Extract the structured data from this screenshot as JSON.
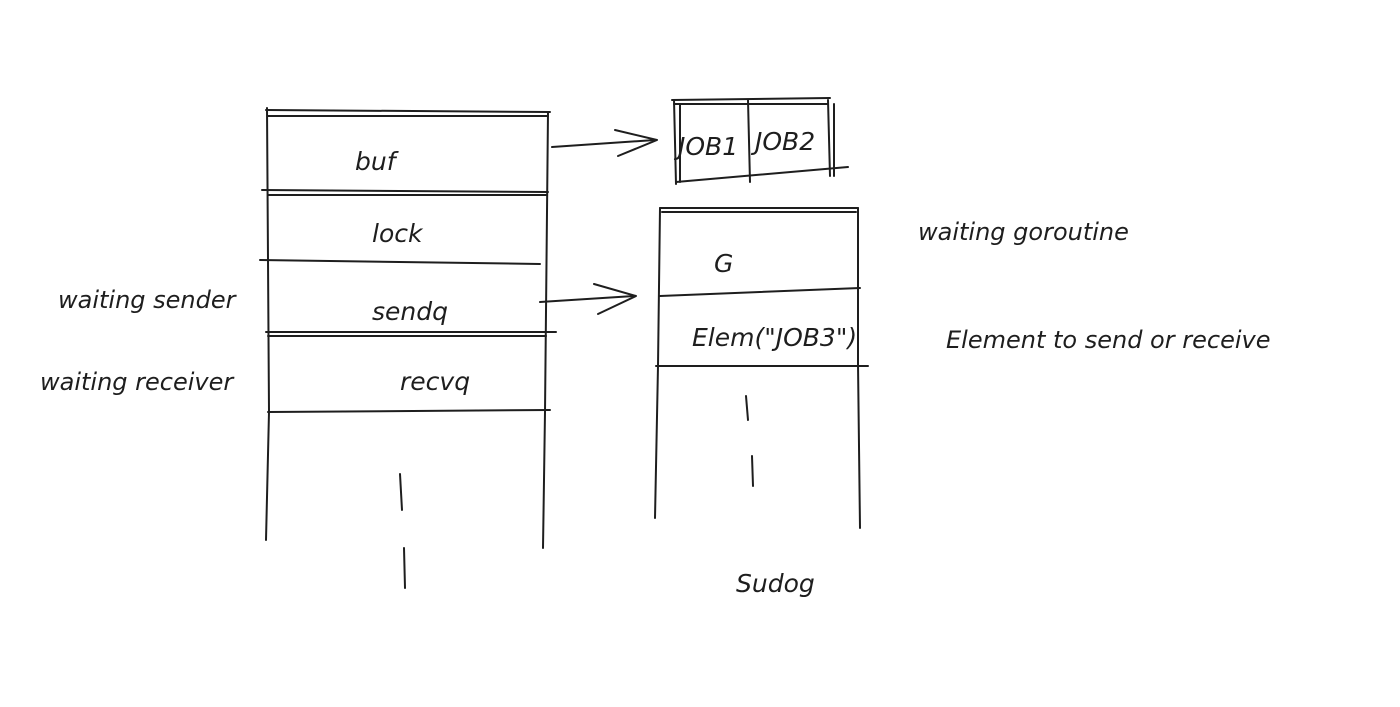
{
  "hchan": {
    "fields": [
      "buf",
      "lock",
      "sendq",
      "recvq"
    ]
  },
  "buffer": {
    "items": [
      "JOB1",
      "JOB2"
    ]
  },
  "sudog": {
    "title": "Sudog",
    "fields": [
      "G",
      "Elem(\"JOB3\")"
    ]
  },
  "annotations": {
    "waiting_sender": "waiting sender",
    "waiting_receiver": "waiting receiver",
    "waiting_goroutine": "waiting goroutine",
    "element_desc": "Element to send or receive"
  }
}
